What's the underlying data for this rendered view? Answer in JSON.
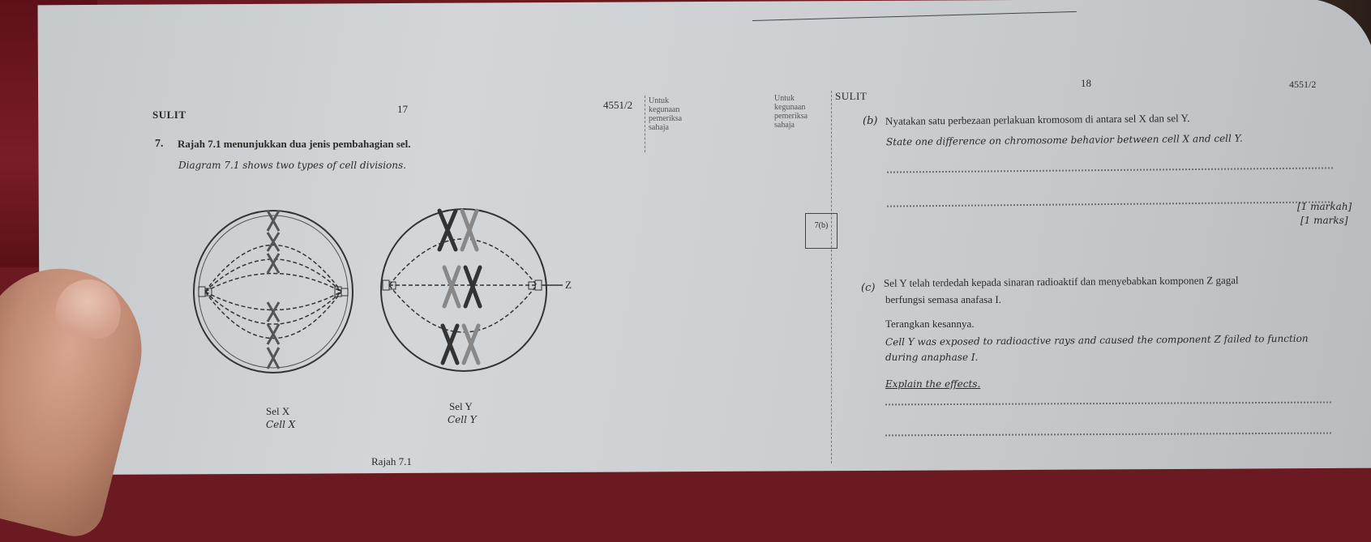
{
  "left_page": {
    "header_left": "SULIT",
    "page_number": "17",
    "paper_code": "4551/2",
    "examiner_column": [
      "Untuk",
      "kegunaan",
      "pemeriksa",
      "sahaja"
    ],
    "question_number": "7.",
    "question_malay": "Rajah 7.1 menunjukkan dua jenis pembahagian sel.",
    "question_english": "Diagram 7.1 shows two types of cell divisions.",
    "cell_x": {
      "label_malay": "Sel X",
      "label_english": "Cell X"
    },
    "cell_y": {
      "label_malay": "Sel Y",
      "label_english": "Cell Y",
      "component_label": "Z"
    },
    "diagram_caption": "Rajah 7.1"
  },
  "right_page": {
    "examiner_column": [
      "Untuk",
      "kegunaan",
      "pemeriksa",
      "sahaja"
    ],
    "header_left": "SULIT",
    "page_number": "18",
    "paper_code": "4551/2",
    "score_box_label": "7(b)",
    "part_b": {
      "label": "(b)",
      "malay": "Nyatakan satu perbezaan perlakuan kromosom di antara sel X dan sel Y.",
      "english": "State one difference on chromosome behavior between cell X and cell Y.",
      "marks_malay": "[1 markah]",
      "marks_english": "[1 marks]"
    },
    "part_c": {
      "label": "(c)",
      "malay_line1": "Sel Y telah terdedah kepada sinaran radioaktif dan menyebabkan komponen Z gagal",
      "malay_line2": "berfungsi semasa anafasa I.",
      "malay_instruction": "Terangkan kesannya.",
      "english_line1": "Cell Y was exposed to radioactive rays and caused the component Z failed to function",
      "english_line2": "during anaphase I.",
      "english_instruction": "Explain the effects."
    }
  },
  "colors": {
    "paper": "#cdd0d2",
    "ink": "#2a2a2a",
    "background_fabric": "#6b1a22",
    "skin": "#c08a73"
  }
}
